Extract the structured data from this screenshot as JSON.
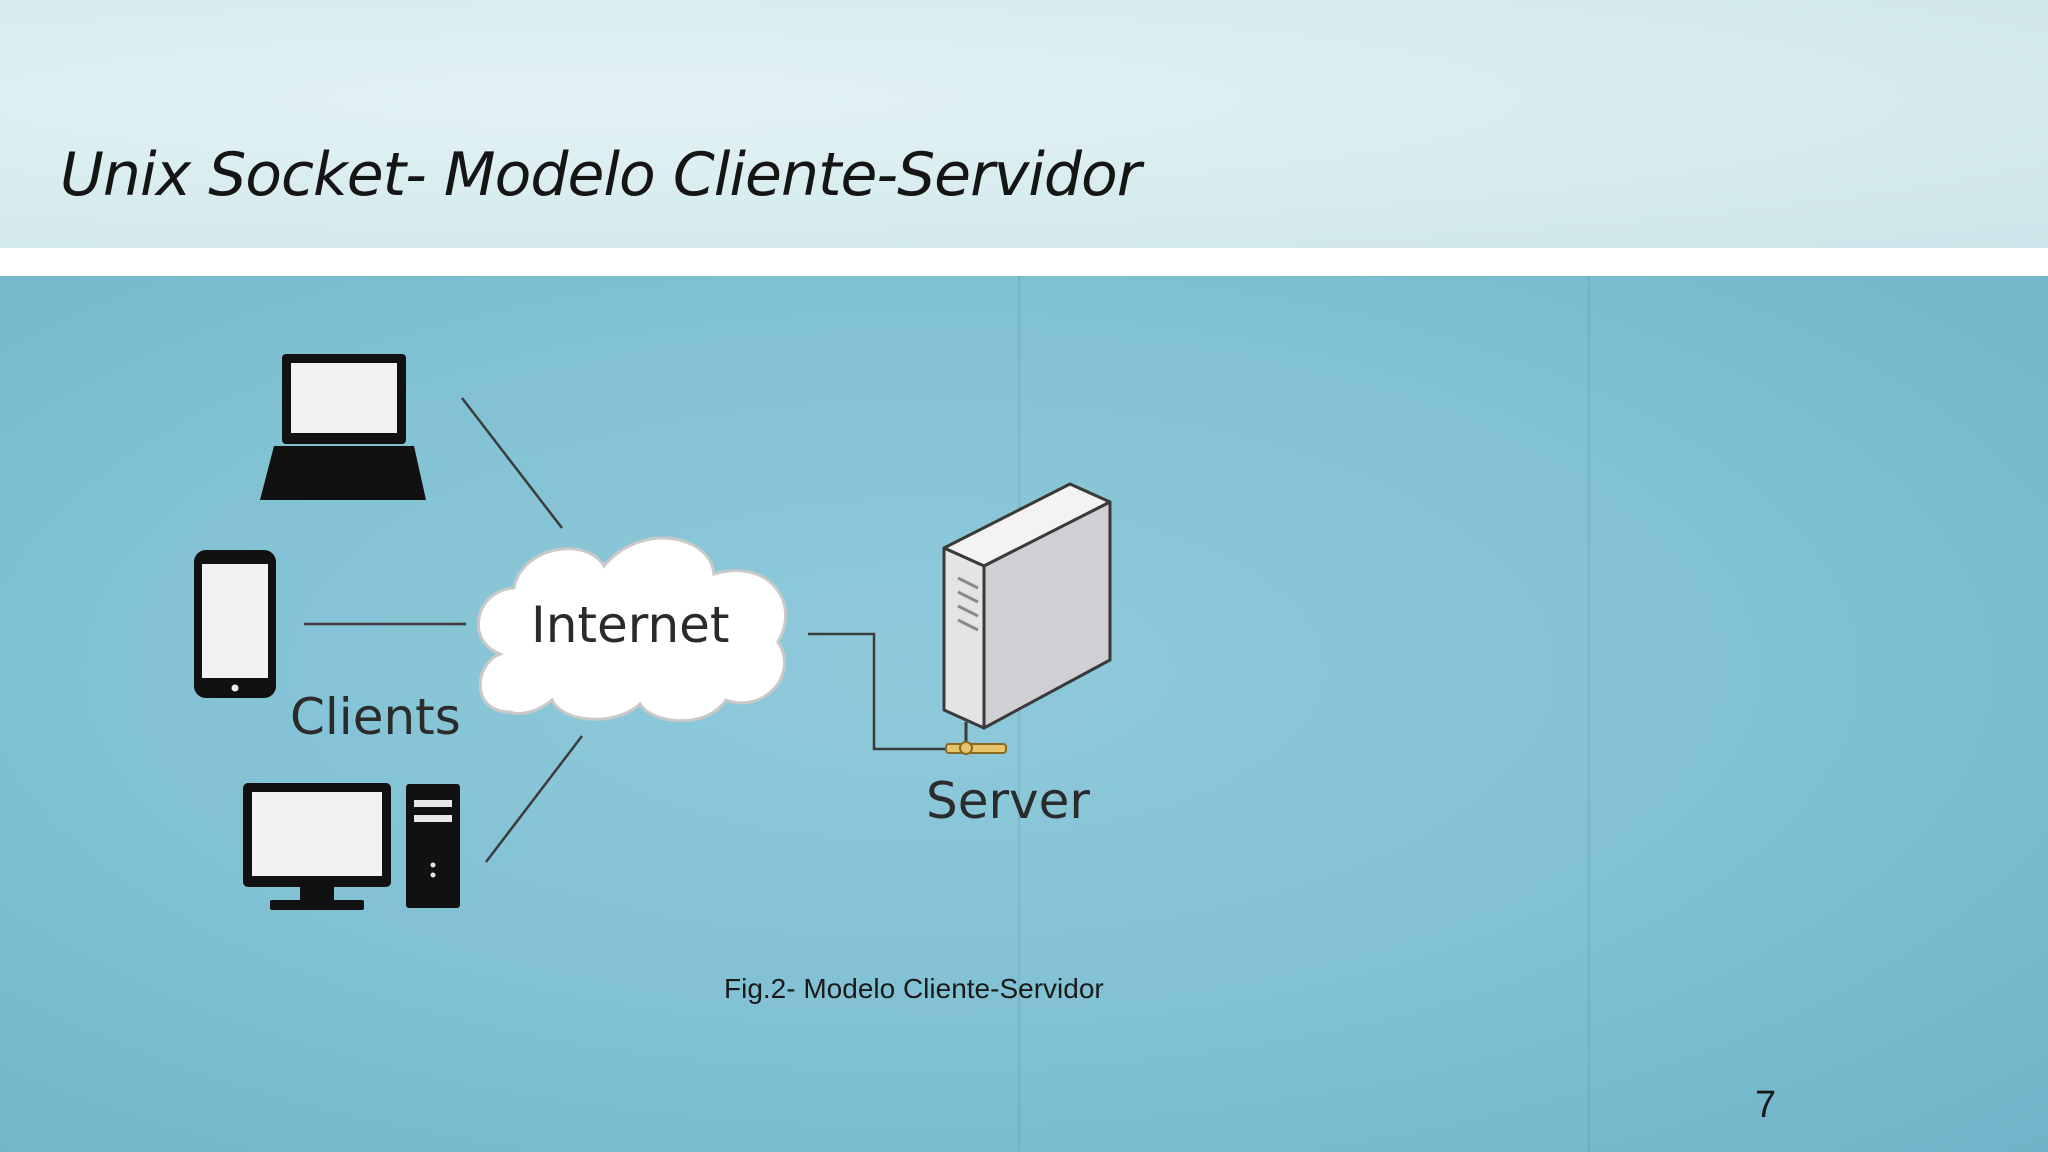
{
  "slide": {
    "title": "Unix Socket- Modelo Cliente-Servidor",
    "caption": "Fig.2- Modelo Cliente-Servidor",
    "page_number": "7"
  },
  "diagram": {
    "cloud_label": "Internet",
    "clients_label": "Clients",
    "server_label": "Server",
    "icons": [
      "laptop-icon",
      "smartphone-icon",
      "desktop-computer-icon",
      "internet-cloud-icon",
      "server-tower-icon"
    ]
  },
  "colors": {
    "header_bg": "#d7ecef",
    "body_bg": "#80c1d3",
    "device": "#111111",
    "screen": "#f2f2f2"
  }
}
